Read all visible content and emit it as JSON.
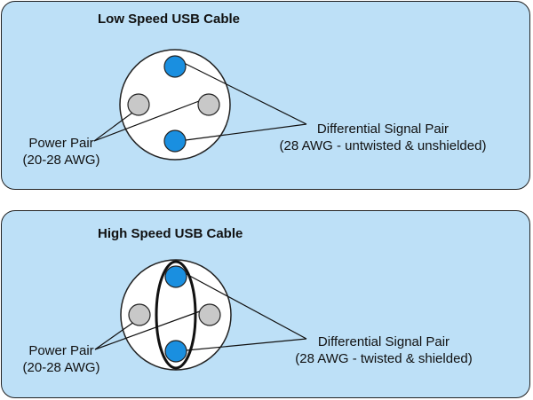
{
  "colors": {
    "panel": "#bde0f7",
    "outline": "#222222",
    "signal_wire": "#1a8fe0",
    "power_wire": "#c8c8c8",
    "cable_face": "#ffffff"
  },
  "diagrams": [
    {
      "id": "low-speed",
      "title": "Low Speed USB Cable",
      "power_label": "Power Pair",
      "power_spec": "(20-28 AWG)",
      "signal_label": "Differential Signal Pair",
      "signal_spec": "(28 AWG - untwisted & unshielded)",
      "shielded_signal_pair": false
    },
    {
      "id": "high-speed",
      "title": "High Speed USB Cable",
      "power_label": "Power Pair",
      "power_spec": "(20-28 AWG)",
      "signal_label": "Differential Signal Pair",
      "signal_spec": "(28 AWG - twisted & shielded)",
      "shielded_signal_pair": true
    }
  ]
}
